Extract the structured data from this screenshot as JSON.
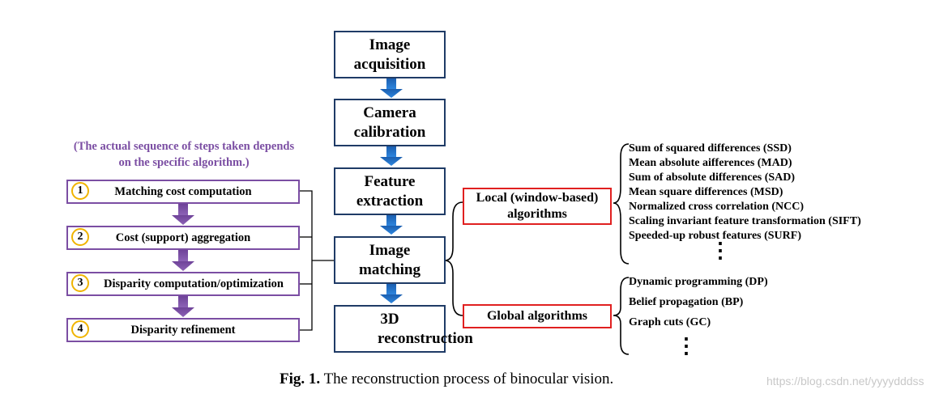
{
  "main_flow": [
    {
      "label": "Image acquisition"
    },
    {
      "label": "Camera calibration"
    },
    {
      "label": "Feature extraction"
    },
    {
      "label": "Image matching"
    },
    {
      "label": "3D reconstruction"
    }
  ],
  "note": "(The actual sequence of steps taken depends on the specific algorithm.)",
  "matching_steps": [
    {
      "num": "1",
      "label": "Matching cost computation"
    },
    {
      "num": "2",
      "label": "Cost (support) aggregation"
    },
    {
      "num": "3",
      "label": "Disparity computation/optimization"
    },
    {
      "num": "4",
      "label": "Disparity refinement"
    }
  ],
  "local": {
    "label": "Local (window-based) algorithms",
    "items": [
      "Sum of squared differences (SSD)",
      "Mean absolute aifferences (MAD)",
      "Sum of absolute differences (SAD)",
      "Mean square differences (MSD)",
      "Normalized cross correlation (NCC)",
      "Scaling invariant feature transformation (SIFT)",
      "Speeded-up robust features (SURF)"
    ],
    "ellipsis": "⋮"
  },
  "global": {
    "label": "Global algorithms",
    "items": [
      "Dynamic programming (DP)",
      "Belief propagation (BP)",
      "Graph cuts (GC)"
    ],
    "ellipsis": "⋮"
  },
  "caption": {
    "prefix": "Fig. 1.",
    "text": "The reconstruction process of binocular vision."
  },
  "watermark": "https://blog.csdn.net/yyyydddss",
  "colors": {
    "main_border": "#1f3b66",
    "blue_arrow": "#1e6fc8",
    "purple": "#7b4ea3",
    "badge": "#f0b400",
    "red_border": "#e02020"
  }
}
